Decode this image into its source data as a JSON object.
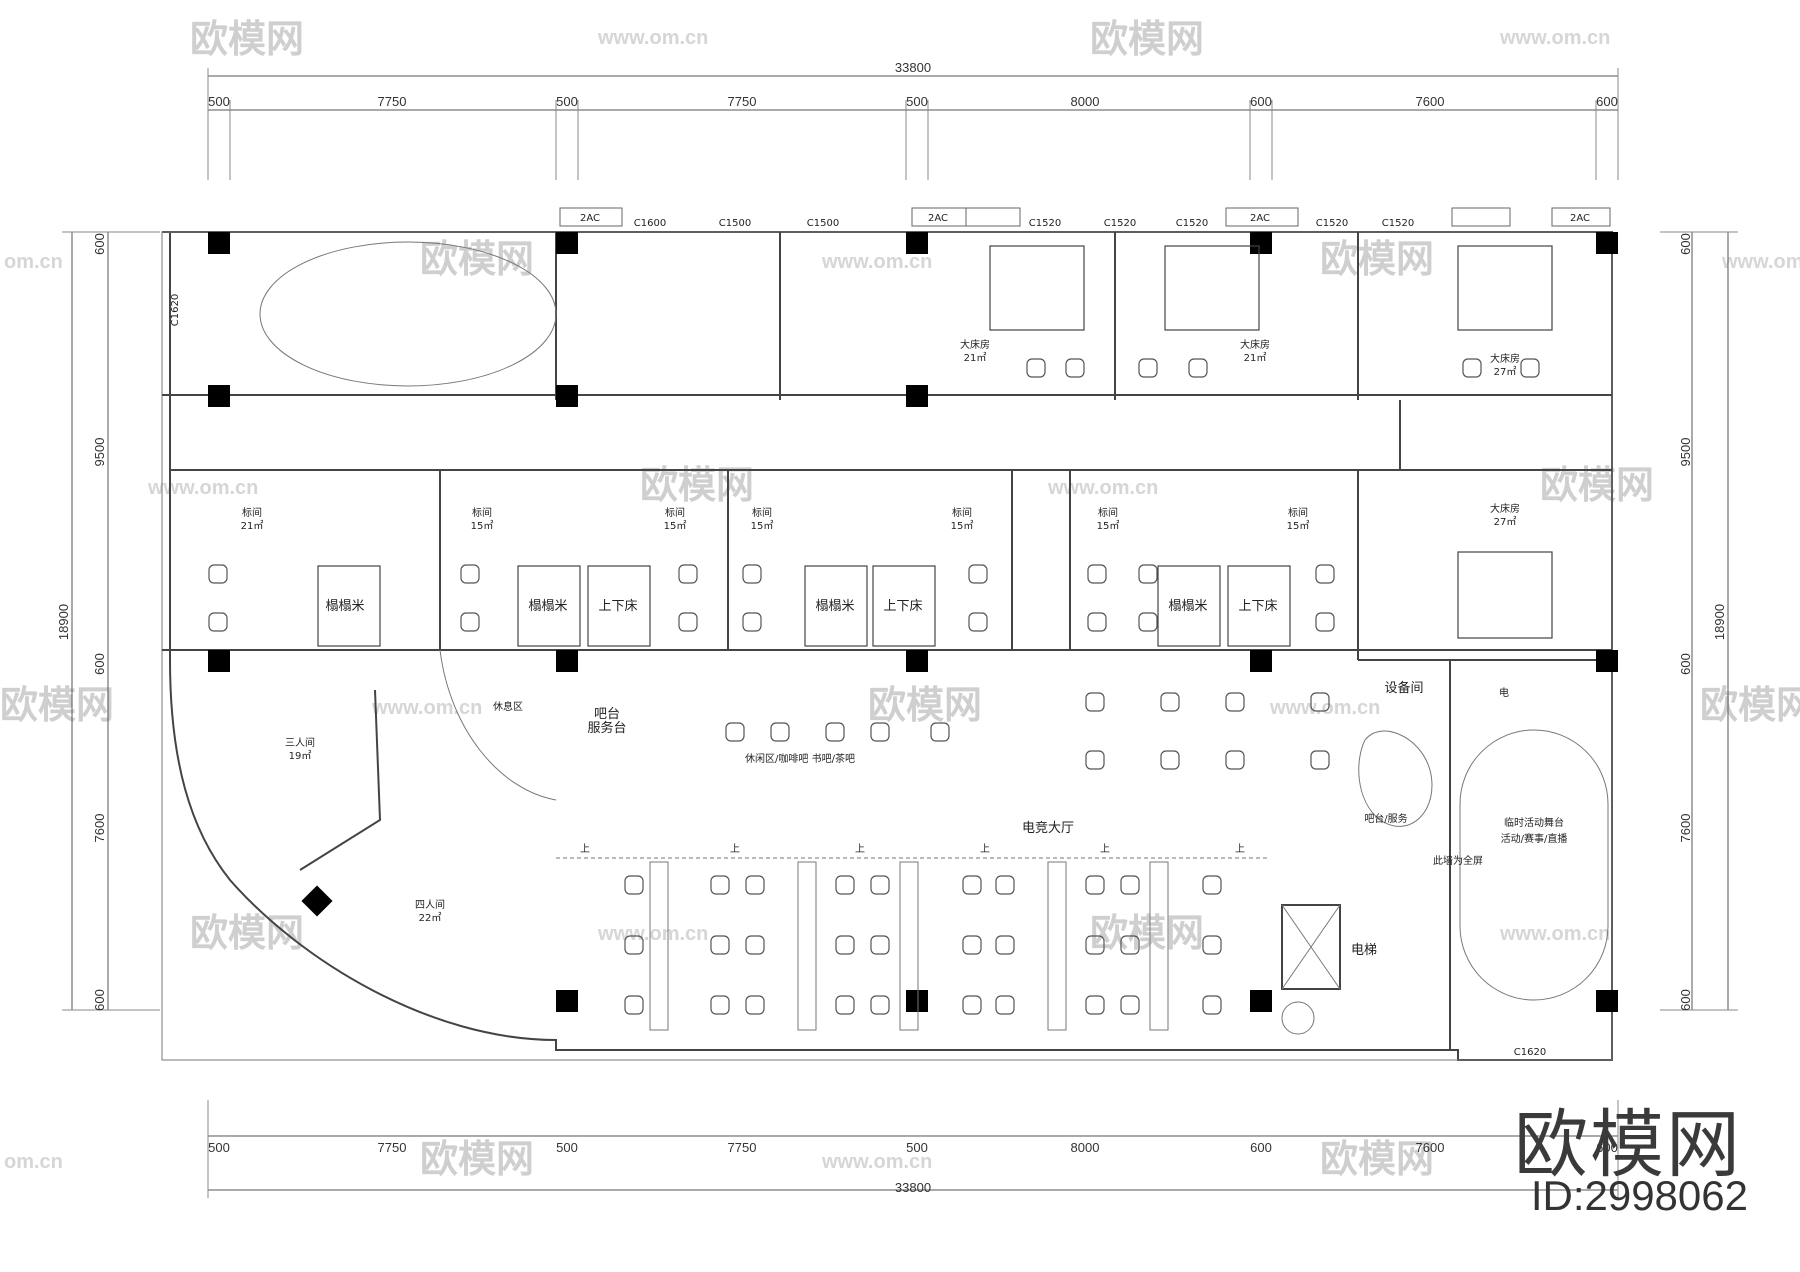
{
  "plan": {
    "dim_total_top": "33800",
    "dim_total_bottom": "33800",
    "dims_top": [
      "500",
      "7750",
      "500",
      "7750",
      "500",
      "8000",
      "600",
      "7600",
      "600"
    ],
    "dims_bottom": [
      "500",
      "7750",
      "500",
      "7750",
      "500",
      "8000",
      "600",
      "7600",
      "600"
    ],
    "dims_left": [
      "600",
      "9500",
      "18900",
      "600",
      "7600",
      "600"
    ],
    "dims_right": [
      "600",
      "9500",
      "18900",
      "600",
      "7600",
      "600"
    ],
    "window_codes": [
      "2AC",
      "C1600",
      "C1500",
      "C1500",
      "2AC",
      "C1520",
      "C1520",
      "C1520",
      "2AC",
      "C1520",
      "C1520",
      "2AC",
      "C1620",
      "C1620"
    ],
    "rooms": [
      {
        "key": "kingA",
        "name": "大床房",
        "area": "21㎡"
      },
      {
        "key": "kingB",
        "name": "大床房",
        "area": "21㎡"
      },
      {
        "key": "kingC",
        "name": "大床房",
        "area": "27㎡"
      },
      {
        "key": "kingD",
        "name": "大床房",
        "area": "27㎡"
      },
      {
        "key": "std1",
        "name": "标间",
        "area": "21㎡"
      },
      {
        "key": "std2",
        "name": "标间",
        "area": "15㎡"
      },
      {
        "key": "std3",
        "name": "标间",
        "area": "15㎡"
      },
      {
        "key": "std4",
        "name": "标间",
        "area": "15㎡"
      },
      {
        "key": "std5",
        "name": "标间",
        "area": "15㎡"
      },
      {
        "key": "std6",
        "name": "标间",
        "area": "15㎡"
      },
      {
        "key": "std7",
        "name": "标间",
        "area": "15㎡"
      },
      {
        "key": "triple",
        "name": "三人间",
        "area": "19㎡"
      },
      {
        "key": "quad",
        "name": "四人间",
        "area": "22㎡"
      }
    ],
    "bed_labels": [
      "榻榻米",
      "榻榻米",
      "上下床",
      "榻榻米",
      "上下床",
      "榻榻米",
      "上下床"
    ],
    "labels": {
      "reception": "吧台",
      "service": "服务台",
      "lounge_sign": "休息区",
      "cafe": "休闲区/咖啡吧  书吧/茶吧",
      "hall": "电竞大厅",
      "equipment": "设备间",
      "elec": "电",
      "bar_counter": "吧台/服务",
      "stage": "临时活动舞台",
      "stage_sub": "活动/赛事/直播",
      "screen_note": "此墙为全屏",
      "elevator": "电梯",
      "up": "上"
    }
  },
  "watermark": {
    "brand": "欧模网",
    "url": "www.om.cn",
    "url_fragment": "om.cn",
    "brand_fragment": "欧模网",
    "id": "ID:2998062"
  }
}
